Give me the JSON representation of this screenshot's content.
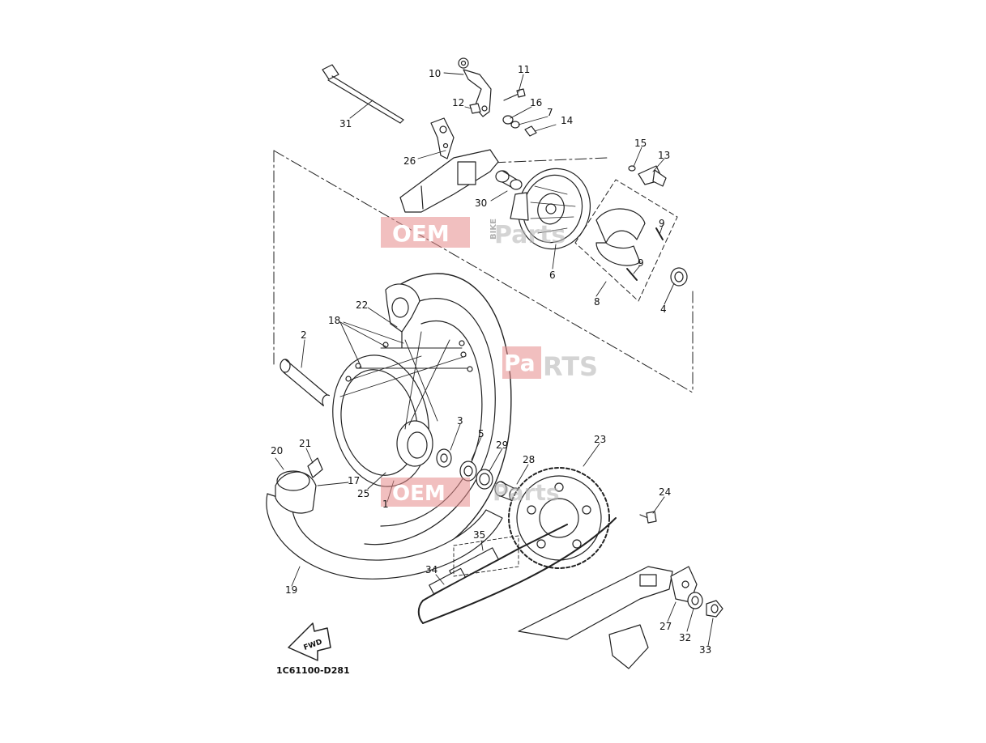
{
  "diagram": {
    "code": "1C61100-D281",
    "fwd_label": "FWD",
    "watermark": {
      "red_text": "OEM",
      "bike_text": "BIKE",
      "parts_text": "Parts",
      "alt_text_a": "Pa",
      "alt_text_b": "RTS"
    },
    "callouts": [
      {
        "num": "10"
      },
      {
        "num": "11"
      },
      {
        "num": "12"
      },
      {
        "num": "16"
      },
      {
        "num": "7"
      },
      {
        "num": "14"
      },
      {
        "num": "31"
      },
      {
        "num": "26"
      },
      {
        "num": "30"
      },
      {
        "num": "15"
      },
      {
        "num": "13"
      },
      {
        "num": "9"
      },
      {
        "num": "9"
      },
      {
        "num": "6"
      },
      {
        "num": "8"
      },
      {
        "num": "4"
      },
      {
        "num": "22"
      },
      {
        "num": "18"
      },
      {
        "num": "2"
      },
      {
        "num": "3"
      },
      {
        "num": "5"
      },
      {
        "num": "29"
      },
      {
        "num": "23"
      },
      {
        "num": "28"
      },
      {
        "num": "20"
      },
      {
        "num": "21"
      },
      {
        "num": "17"
      },
      {
        "num": "25"
      },
      {
        "num": "1"
      },
      {
        "num": "24"
      },
      {
        "num": "35"
      },
      {
        "num": "34"
      },
      {
        "num": "19"
      },
      {
        "num": "27"
      },
      {
        "num": "32"
      },
      {
        "num": "33"
      }
    ]
  }
}
